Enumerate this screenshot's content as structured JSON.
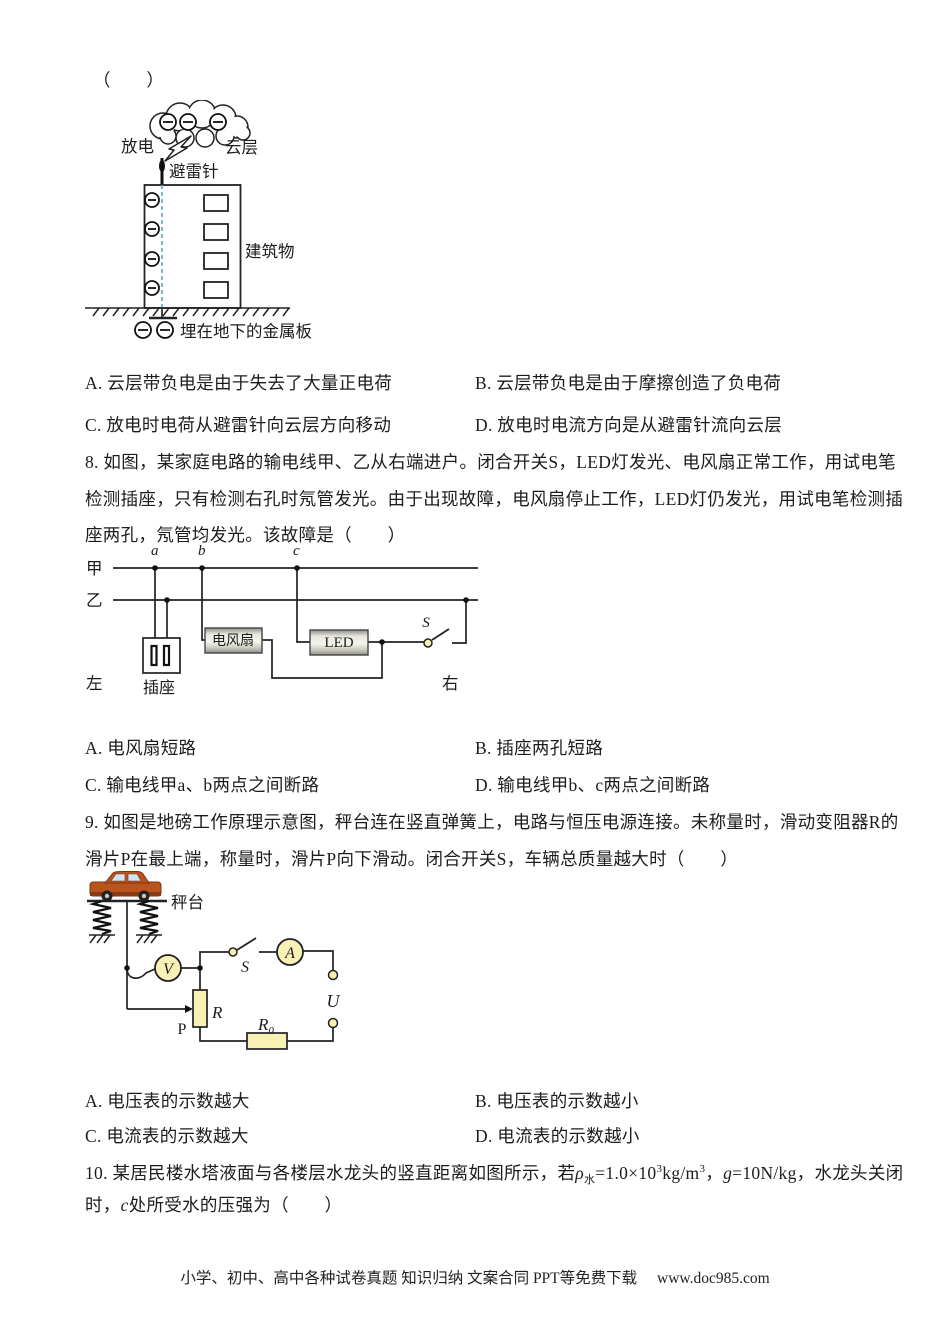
{
  "page": {
    "answer_blank_top": "（　　）",
    "footer_text": "小学、初中、高中各种试卷真题  知识归纳  文案合同  PPT等免费下载",
    "footer_url": "www.doc985.com",
    "accent_yellow": "#f7f1b5",
    "dashed_blue": "#5aa7c0"
  },
  "q7": {
    "diagram": {
      "discharge": "放电",
      "cloud": "云层",
      "rod": "避雷针",
      "building": "建筑物",
      "plate": "埋在地下的金属板"
    },
    "options": [
      "A. 云层带负电是由于失去了大量正电荷",
      "B. 云层带负电是由于摩擦创造了负电荷",
      "C. 放电时电荷从避雷针向云层方向移动",
      "D. 放电时电流方向是从避雷针流向云层"
    ]
  },
  "q8": {
    "line1": "8. 如图，某家庭电路的输电线甲、乙从右端进户。闭合开关S，LED灯发光、电风扇正常工作，用试电笔",
    "line2": "检测插座，只有检测右孔时氖管发光。由于出现故障，电风扇停止工作，LED灯仍发光，用试电笔检测插",
    "line3": "座两孔，氖管均发光。该故障是（　　）",
    "diagram": {
      "jia": "甲",
      "yi": "乙",
      "a": "a",
      "b": "b",
      "c": "c",
      "fan": "电风扇",
      "led": "LED",
      "s": "S",
      "socket": "插座",
      "left": "左",
      "right": "右"
    },
    "options": [
      "A. 电风扇短路",
      "B. 插座两孔短路",
      "C. 输电线甲a、b两点之间断路",
      "D. 输电线甲b、c两点之间断路"
    ]
  },
  "q9": {
    "line1": "9. 如图是地磅工作原理示意图，秤台连在竖直弹簧上，电路与恒压电源连接。未称量时，滑动变阻器R的",
    "line2": "滑片P在最上端，称量时，滑片P向下滑动。闭合开关S，车辆总质量越大时（　　）",
    "diagram": {
      "platform": "秤台",
      "v": "V",
      "a": "A",
      "s": "S",
      "r": "R",
      "r0_base": "R",
      "r0_sub": "0",
      "p": "P",
      "u": "U"
    },
    "options": [
      "A. 电压表的示数越大",
      "B. 电压表的示数越小",
      "C. 电流表的示数越大",
      "D. 电流表的示数越小"
    ]
  },
  "q10": {
    "l1p1": "10. 某居民楼水塔液面与各楼层水龙头的竖直距离如图所示，若",
    "l1p2": "ρ",
    "l1p3": "水",
    "l1p4": "=1.0×10",
    "l1p5": "3",
    "l1p6": "kg/m",
    "l1p7": "3",
    "l1p8": "，",
    "l1p9": "g",
    "l1p10": "=10N/kg，水龙头关闭",
    "l2p1": "时，",
    "l2p2": "c",
    "l2p3": "处所受水的压强为（　　）"
  }
}
